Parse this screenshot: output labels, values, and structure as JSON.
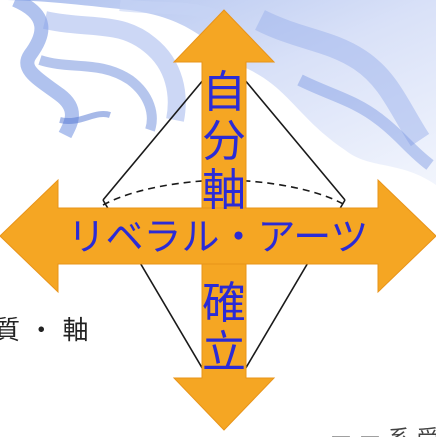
{
  "diagram": {
    "vertical_top_label": "自分軸",
    "vertical_bottom_label": "確立",
    "horizontal_label": "リベラル・アーツ",
    "left_partial_text": "質 ・ 軸",
    "bottom_partial_text": "ー ー 系 受 キ",
    "colors": {
      "arrow_fill": "#f5a623",
      "arrow_stroke": "#e8941a",
      "label_text": "#2b2bd6",
      "outline": "#1a1a1a",
      "background_wave": "#9ab0e8"
    }
  }
}
